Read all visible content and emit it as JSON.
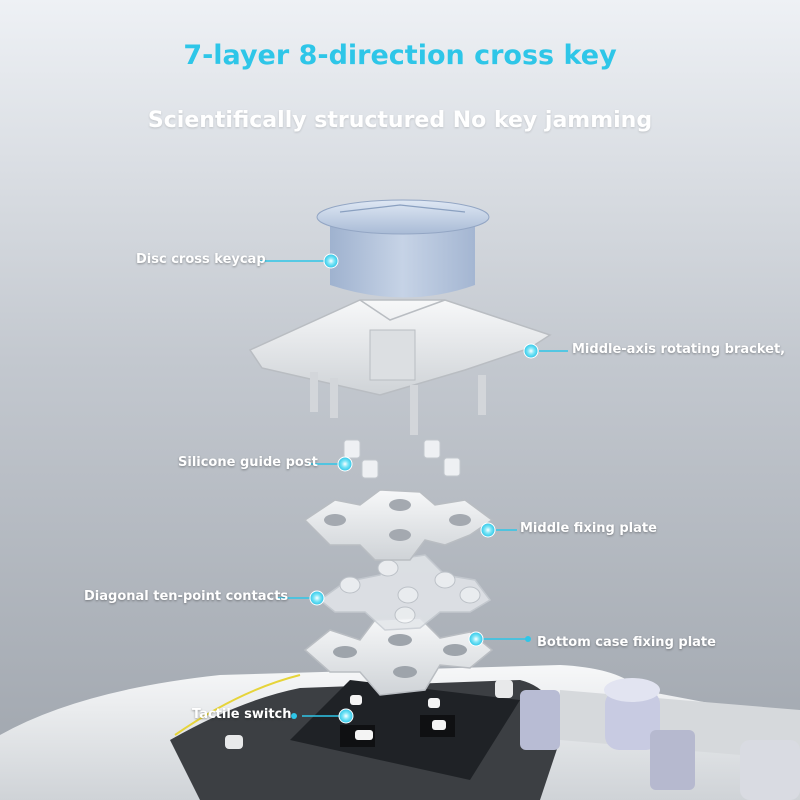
{
  "header": {
    "title": "7-layer 8-direction cross key",
    "subtitle": "Scientifically structured No key jamming"
  },
  "callouts": [
    {
      "id": "keycap",
      "label": "Disc cross keycap"
    },
    {
      "id": "bracket",
      "label": "Middle-axis rotating bracket,"
    },
    {
      "id": "guide-post",
      "label": "Silicone guide post"
    },
    {
      "id": "middle-plate",
      "label": "Middle fixing plate"
    },
    {
      "id": "contacts",
      "label": "Diagonal ten-point contacts"
    },
    {
      "id": "bottom-plate",
      "label": "Bottom case fixing plate"
    },
    {
      "id": "tactile",
      "label": "Tactile switch"
    }
  ],
  "colors": {
    "title": "#2ec6e8",
    "accent": "#2ec6e8",
    "keycap": "#b7c7de",
    "plastic": "#e8e9ea"
  }
}
